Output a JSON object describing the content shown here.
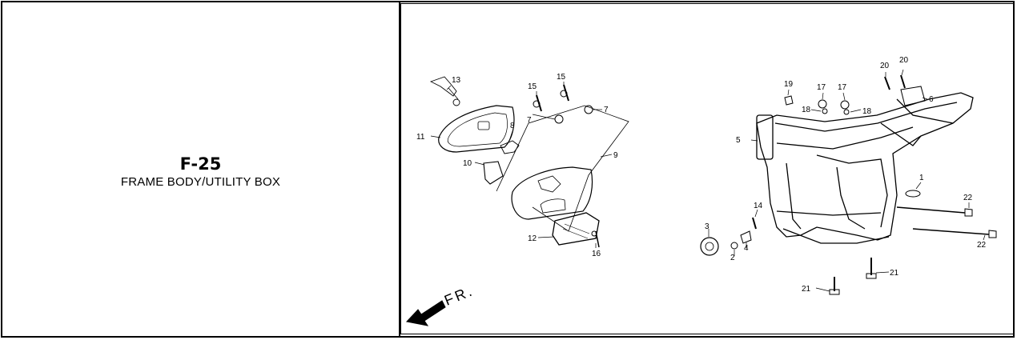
{
  "header": {
    "code": "F-25",
    "title": "FRAME BODY/UTILITY BOX"
  },
  "diagram": {
    "direction_label": "FR.",
    "callouts": {
      "c1": "1",
      "c2": "2",
      "c3": "3",
      "c4": "4",
      "c5": "5",
      "c6": "6",
      "c7a": "7",
      "c7b": "7",
      "c8": "8",
      "c9": "9",
      "c10": "10",
      "c11": "11",
      "c12": "12",
      "c13": "13",
      "c14": "14",
      "c15a": "15",
      "c15b": "15",
      "c16": "16",
      "c17a": "17",
      "c17b": "17",
      "c18a": "18",
      "c18b": "18",
      "c19": "19",
      "c20a": "20",
      "c20b": "20",
      "c21a": "21",
      "c21b": "21",
      "c22a": "22",
      "c22b": "22"
    }
  }
}
